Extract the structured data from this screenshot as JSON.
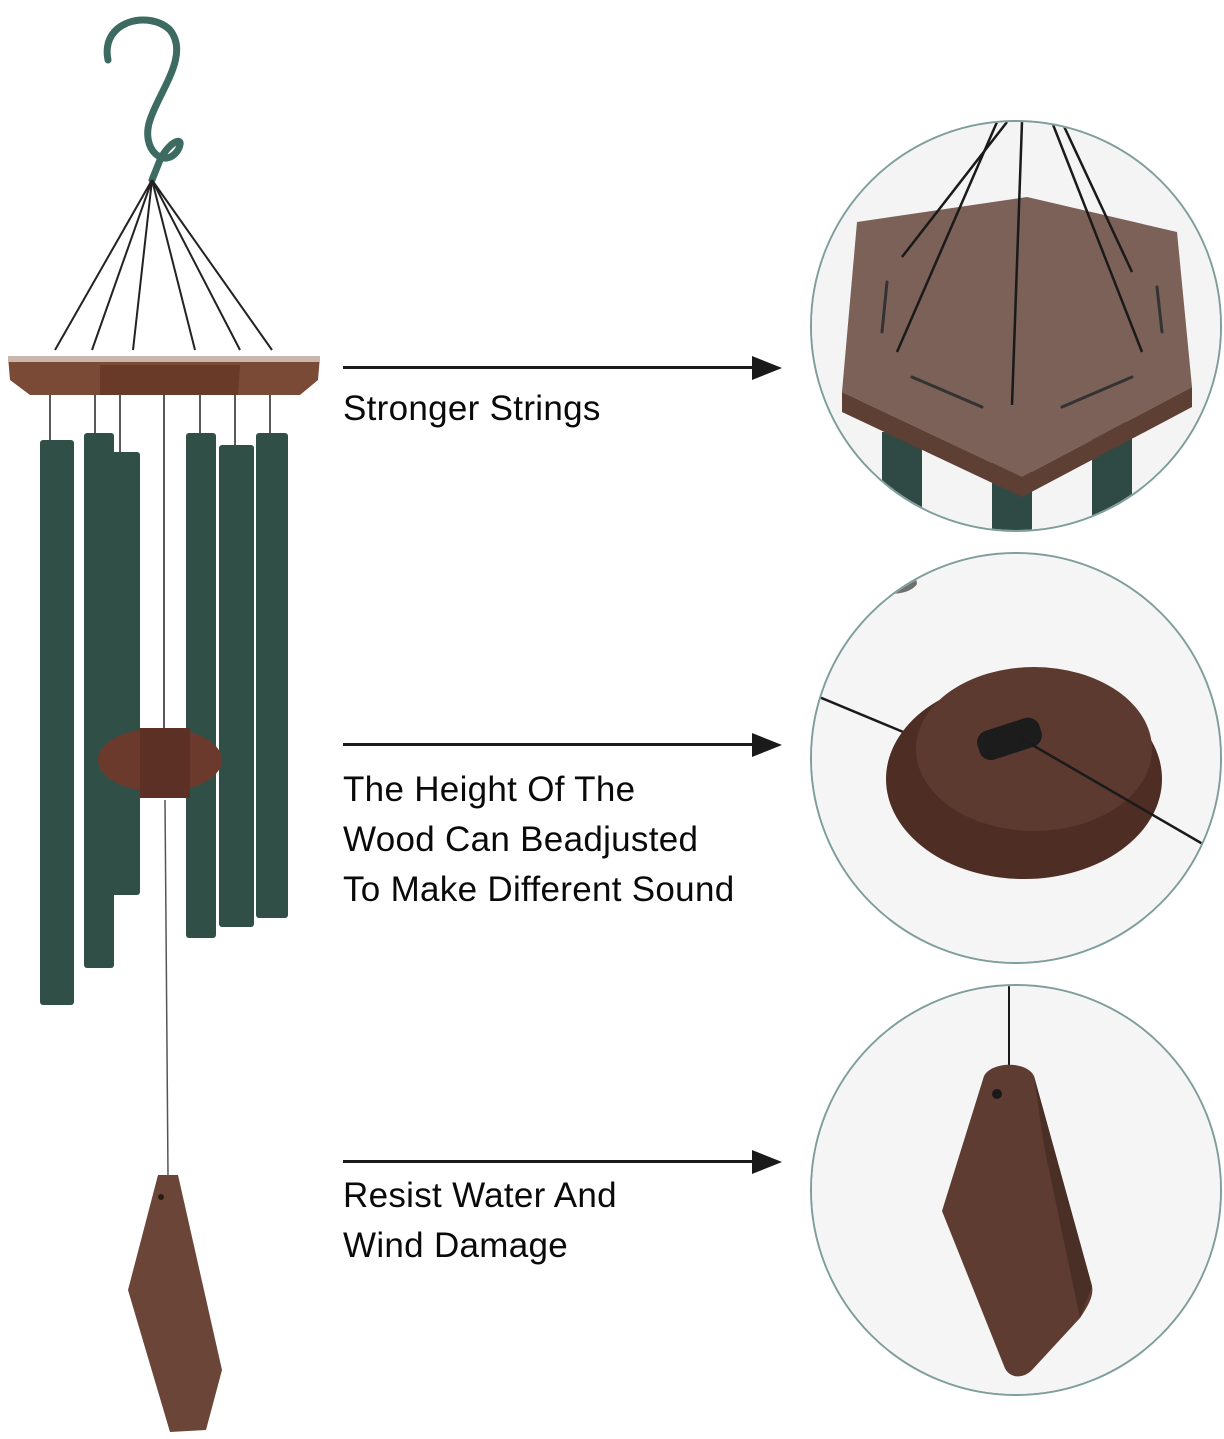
{
  "product": {
    "name": "wind chime",
    "colors": {
      "tube_green": "#2f4f47",
      "hook_green": "#3d6b62",
      "wood": "#6b4538",
      "circle_ring": "#7f9e9b",
      "arrow": "#1a1a1a",
      "text": "#0a0a0a"
    }
  },
  "features": [
    {
      "id": "strings",
      "lines": [
        "Stronger Strings"
      ],
      "detail_image": "hexagon-top-with-strings"
    },
    {
      "id": "wood-height",
      "lines": [
        "The Height Of The",
        "Wood Can Beadjusted",
        "To Make Different Sound"
      ],
      "detail_image": "round-striker-wood-with-cord-lock"
    },
    {
      "id": "weather",
      "lines": [
        "Resist Water And",
        "Wind Damage"
      ],
      "detail_image": "diamond-wood-sail"
    }
  ]
}
